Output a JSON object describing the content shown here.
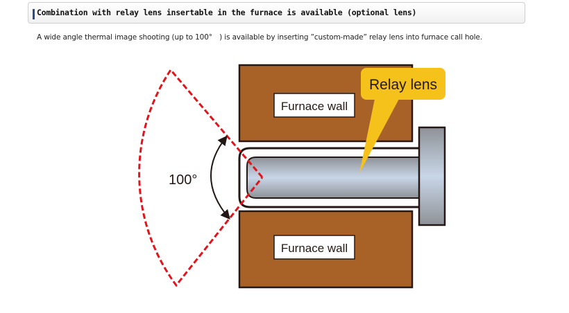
{
  "section": {
    "heading": "Combination with relay lens insertable in the furnace is available (optional lens)",
    "description": "A wide angle thermal image shooting (up to 100°　) is available by inserting ”custom-made” relay lens into furnace call hole."
  },
  "diagram": {
    "angle_label": "100°",
    "upper_wall_label": "Furnace wall",
    "lower_wall_label": "Furnace wall",
    "callout_label": "Relay lens",
    "field_of_view_degrees": 100,
    "colors": {
      "wall": "#a86227",
      "callout": "#f5c21b",
      "fov_line": "#e0141c",
      "outline": "#231815",
      "lens_light": "#c9d6e8",
      "lens_dark": "#8e9297"
    }
  }
}
